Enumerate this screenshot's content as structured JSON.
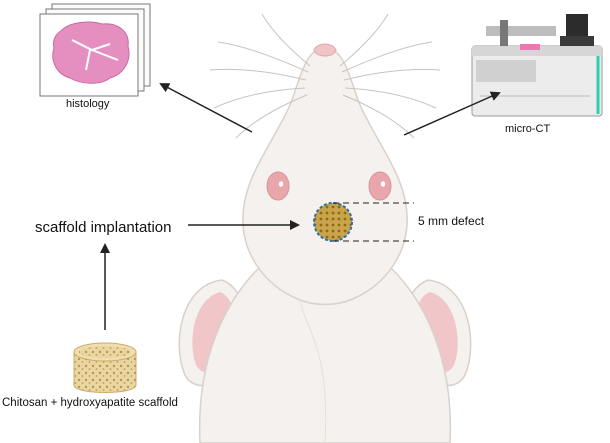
{
  "labels": {
    "histology": "histology",
    "micro_ct": "micro-CT",
    "scaffold_implantation": "scaffold implantation",
    "defect": "5 mm defect",
    "scaffold": "Chitosan + hydroxyapatite scaffold"
  },
  "colors": {
    "fur": "#f4f1ef",
    "fur_outline": "#d8d1cc",
    "ear_inner": "#f1c6c8",
    "nose": "#f2c3c6",
    "eye": "#e9a7ab",
    "histology_tissue": "#e58fc0",
    "scaffold": "#e8d29a",
    "defect_fill": "#c9a448",
    "defect_outline": "#2d6ea6",
    "instrument_accent": "#2bd0b0",
    "arrow": "#222222"
  }
}
